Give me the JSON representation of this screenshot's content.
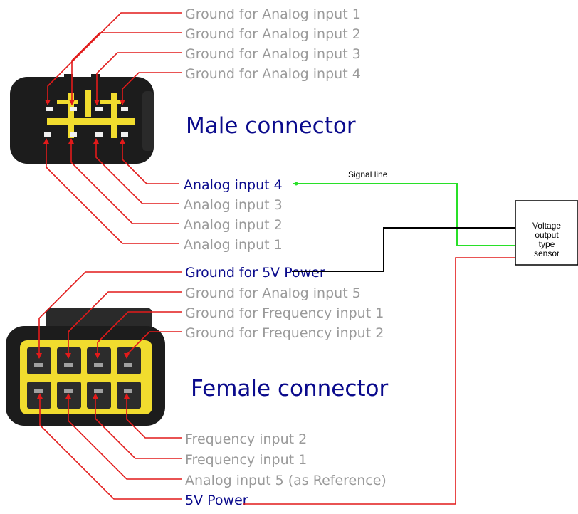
{
  "colors": {
    "wire_red": "#e21a1a",
    "signal_green": "#28e028",
    "ground_black": "#000000",
    "label_active": "#0a0a8c",
    "label_inactive": "#9a9a9a",
    "connector_body": "#1c1c1c",
    "pin_yellow": "#f1dc2e"
  },
  "male": {
    "title": "Male connector",
    "top_labels": [
      "Ground for Analog input 1",
      "Ground for Analog input 2",
      "Ground for Analog input 3",
      "Ground for Analog input 4"
    ],
    "bottom_labels": [
      "Analog input 4",
      "Analog input 3",
      "Analog input 2",
      "Analog input 1"
    ]
  },
  "female": {
    "title": "Female connector",
    "top_labels": [
      "Ground for 5V Power",
      "Ground for Analog input 5",
      "Ground for Frequency input 1",
      "Ground for Frequency input 2"
    ],
    "bottom_labels": [
      "Frequency input 2",
      "Frequency input 1",
      "Analog input 5 (as Reference)",
      "5V Power"
    ]
  },
  "sensor": {
    "lines": [
      "Voltage",
      "output",
      "type",
      "sensor"
    ]
  },
  "signal_line_label": "Signal line"
}
